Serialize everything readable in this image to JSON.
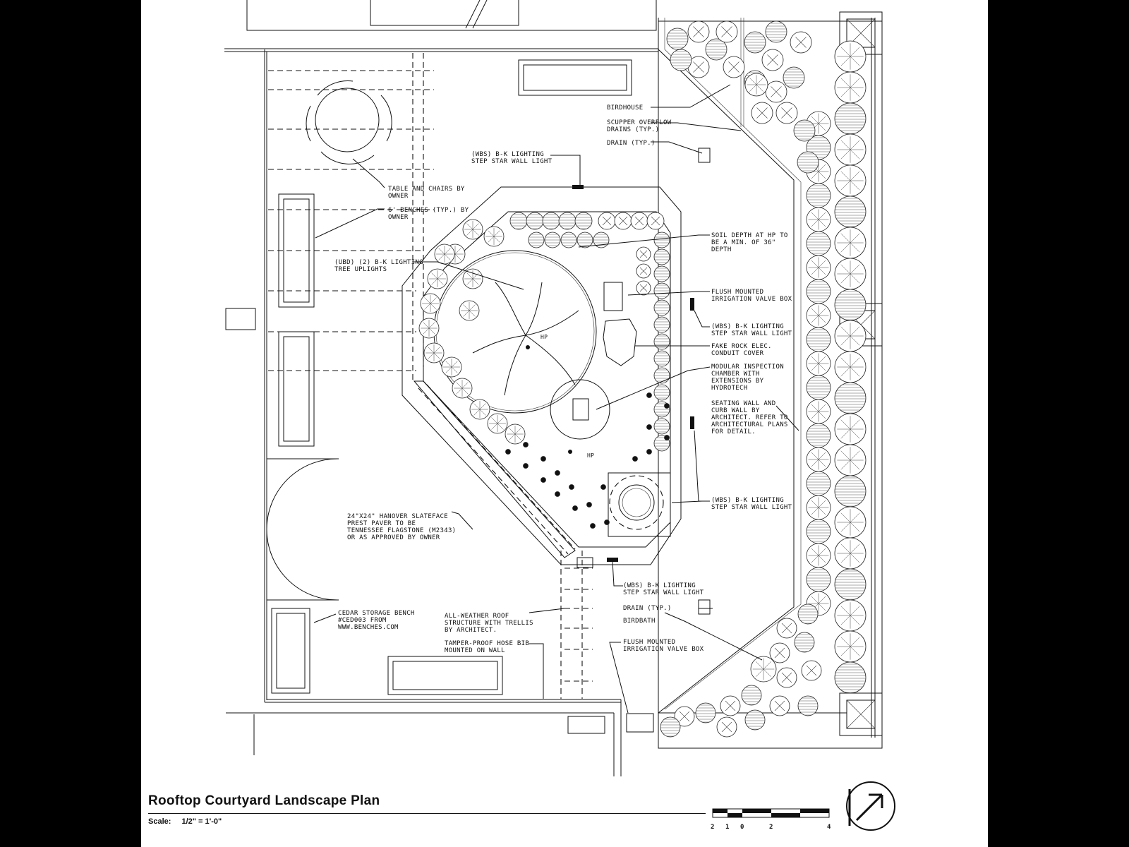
{
  "title": "Rooftop Courtyard Landscape Plan",
  "scale": {
    "label": "Scale:",
    "value": "1/2\" = 1'-0\""
  },
  "scale_bar": {
    "ticks": [
      "2",
      "1",
      "0",
      "2",
      "4"
    ]
  },
  "callouts": [
    {
      "id": "birdhouse",
      "lines": [
        "BIRDHOUSE"
      ]
    },
    {
      "id": "scupper",
      "lines": [
        "SCUPPER OVERFLOW",
        "DRAINS (TYP.)"
      ]
    },
    {
      "id": "drain-top",
      "lines": [
        "DRAIN (TYP.)"
      ]
    },
    {
      "id": "wall-light-top",
      "lines": [
        "(WBS) B-K LIGHTING",
        "STEP STAR WALL LIGHT"
      ]
    },
    {
      "id": "table-chairs",
      "lines": [
        "TABLE AND CHAIRS BY",
        "OWNER"
      ]
    },
    {
      "id": "benches",
      "lines": [
        "6' BENCHES (TYP.) BY",
        "OWNER"
      ]
    },
    {
      "id": "soil-depth",
      "lines": [
        "SOIL DEPTH AT HP TO",
        "BE A MIN. OF 36\"",
        "DEPTH"
      ]
    },
    {
      "id": "tree-uplights",
      "lines": [
        "(UBD) (2) B-K LIGHTING",
        "TREE UPLIGHTS"
      ]
    },
    {
      "id": "valve-box-top",
      "lines": [
        "FLUSH MOUNTED",
        "IRRIGATION VALVE BOX"
      ]
    },
    {
      "id": "wall-light-right",
      "lines": [
        "(WBS) B-K LIGHTING",
        "STEP STAR WALL LIGHT"
      ]
    },
    {
      "id": "fake-rock",
      "lines": [
        "FAKE ROCK ELEC.",
        "CONDUIT COVER"
      ]
    },
    {
      "id": "inspection-chamber",
      "lines": [
        "MODULAR INSPECTION",
        "CHAMBER WITH",
        "EXTENSIONS BY",
        "HYDROTECH"
      ]
    },
    {
      "id": "seating-wall",
      "lines": [
        "SEATING WALL AND",
        "CURB WALL BY",
        "ARCHITECT.  REFER TO",
        "ARCHITECTURAL PLANS",
        "FOR DETAIL."
      ]
    },
    {
      "id": "wall-light-lower",
      "lines": [
        "(WBS) B-K LIGHTING",
        "STEP STAR WALL LIGHT"
      ]
    },
    {
      "id": "paver",
      "lines": [
        "24\"X24\" HANOVER SLATEFACE",
        "PREST PAVER TO BE",
        "TENNESSEE FLAGSTONE (M2343)",
        "OR AS APPROVED BY OWNER"
      ]
    },
    {
      "id": "wall-light-bottom",
      "lines": [
        "(WBS) B-K LIGHTING",
        "STEP STAR WALL LIGHT"
      ]
    },
    {
      "id": "drain-bottom",
      "lines": [
        "DRAIN (TYP.)"
      ]
    },
    {
      "id": "cedar-bench",
      "lines": [
        "CEDAR STORAGE BENCH",
        "#CED003 FROM",
        "WWW.BENCHES.COM"
      ]
    },
    {
      "id": "roof-structure",
      "lines": [
        "ALL-WEATHER ROOF",
        "STRUCTURE WITH TRELLIS",
        "BY ARCHITECT."
      ]
    },
    {
      "id": "birdbath",
      "lines": [
        "BIRDBATH"
      ]
    },
    {
      "id": "hose-bib",
      "lines": [
        "TAMPER-PROOF HOSE BIB",
        "MOUNTED ON WALL"
      ]
    },
    {
      "id": "valve-box-bottom",
      "lines": [
        "FLUSH MOUNTED",
        "IRRIGATION VALVE BOX"
      ]
    }
  ],
  "spot_labels": [
    {
      "id": "hp-1",
      "text": "HP"
    },
    {
      "id": "hp-2",
      "text": "HP"
    }
  ],
  "north_arrow": {
    "icon": "north-arrow-icon"
  }
}
